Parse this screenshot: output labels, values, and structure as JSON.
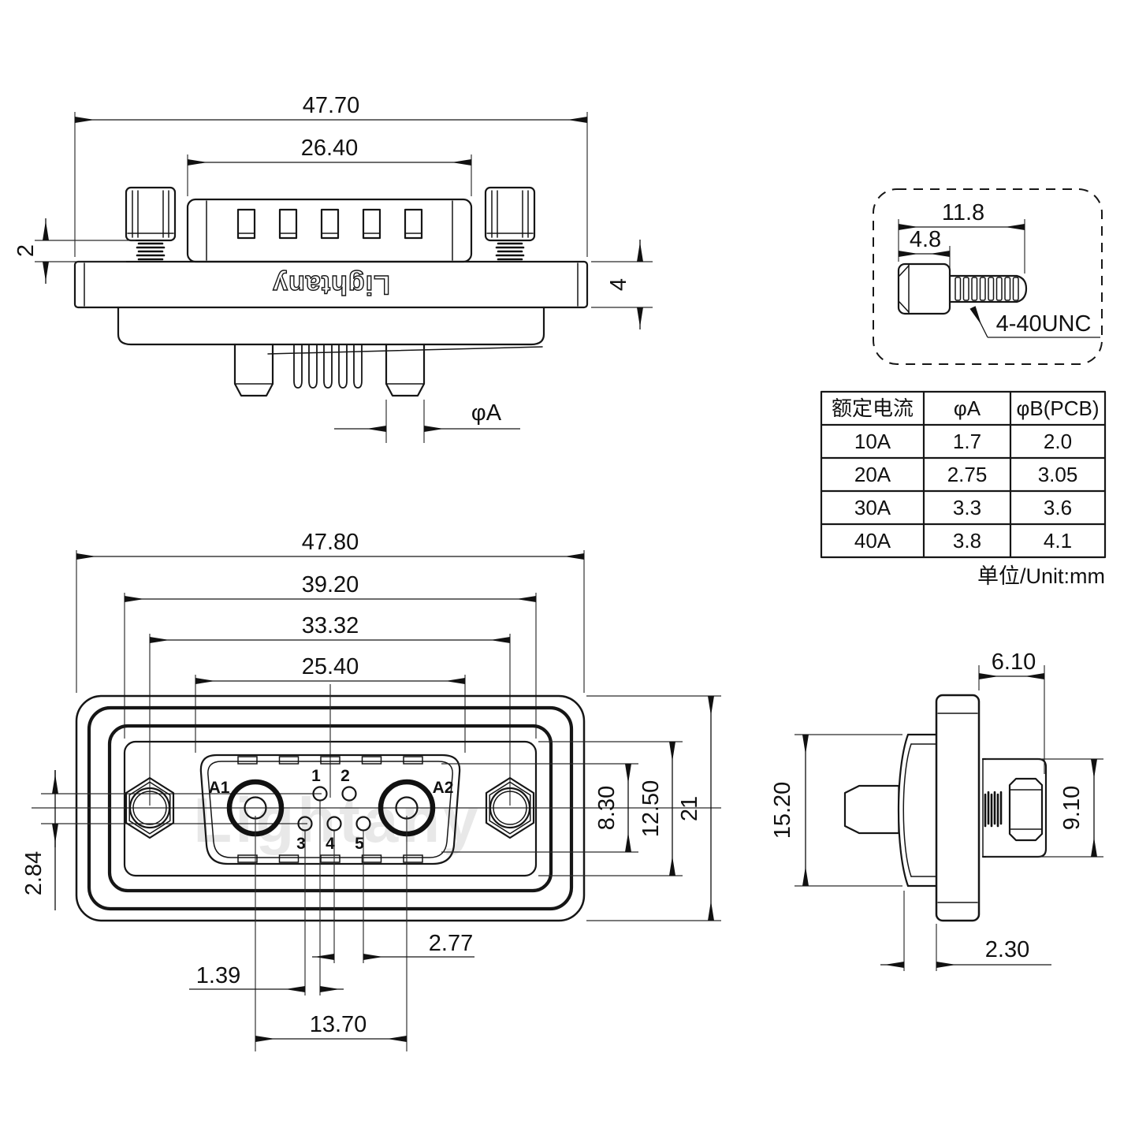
{
  "style": {
    "line_color": "#161616",
    "background": "#ffffff",
    "watermark_color": "#e9e9e9"
  },
  "brand": {
    "logo": "Lightany",
    "watermark": "Lightany"
  },
  "top_view": {
    "dim_overall_width": "47.70",
    "dim_insert_width": "26.40",
    "dim_screw_gap": "2",
    "dim_flange_thickness": "4",
    "dim_pin_diameter": "φA"
  },
  "screw_detail": {
    "dim_total_length": "11.8",
    "dim_head_length": "4.8",
    "thread_spec": "4-40UNC"
  },
  "spec_table": {
    "headers": [
      "额定电流",
      "φA",
      "φB(PCB)"
    ],
    "rows": [
      [
        "10A",
        "1.7",
        "2.0"
      ],
      [
        "20A",
        "2.75",
        "3.05"
      ],
      [
        "30A",
        "3.3",
        "3.6"
      ],
      [
        "40A",
        "3.8",
        "4.1"
      ]
    ],
    "unit_note": "单位/Unit:mm"
  },
  "front_view": {
    "dim_overall_width": "47.80",
    "dim_flange_width": "39.20",
    "dim_mount_span": "33.32",
    "dim_insert_width": "25.40",
    "dim_row_offset": "2.84",
    "dim_stagger": "1.39",
    "dim_power_pin_span": "13.70",
    "dim_pin_pitch": "2.77",
    "dim_insert_height": "8.30",
    "dim_panel_height": "12.50",
    "dim_overall_height": "21",
    "pins": {
      "a1": "A1",
      "a2": "A2",
      "p1": "1",
      "p2": "2",
      "p3": "3",
      "p4": "4",
      "p5": "5"
    }
  },
  "side_view": {
    "dim_rear_length": "6.10",
    "dim_front_height": "15.20",
    "dim_boss_height": "9.10",
    "dim_front_depth": "2.30"
  }
}
